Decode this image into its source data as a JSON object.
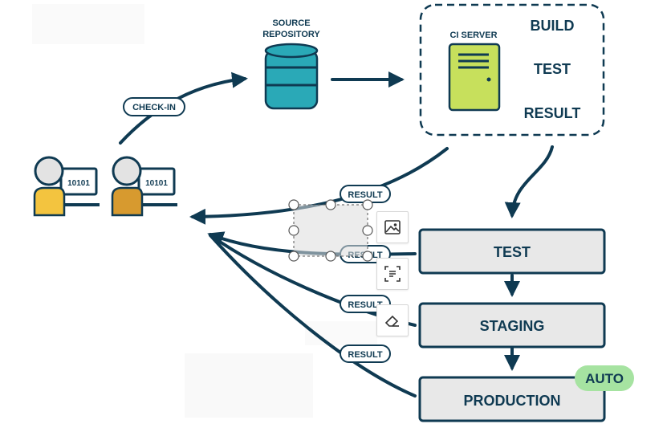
{
  "diagram": {
    "source_repository": [
      "SOURCE",
      "REPOSITORY"
    ],
    "ci_server": "CI SERVER",
    "build": "BUILD",
    "test_small": "TEST",
    "result_small": "RESULT",
    "check_in": "CHECK-IN",
    "dev_code_1": "10101",
    "dev_code_2": "10101",
    "result_labels": [
      "RESULT",
      "RESULT",
      "RESULT",
      "RESULT"
    ],
    "stages": [
      "TEST",
      "STAGING",
      "PRODUCTION"
    ],
    "auto_badge": "AUTO"
  },
  "colors": {
    "navy": "#0f3a52",
    "teal": "#2aa9b7",
    "lime": "#c7e05c",
    "stage_fill": "#e8e8e8",
    "auto_green": "#a6e3a1",
    "dev_yellow": "#f3c43f",
    "dev_orange": "#d79a2f"
  },
  "toolbar": {
    "icons": [
      "image-icon",
      "text-recognition-icon",
      "eraser-icon"
    ]
  }
}
